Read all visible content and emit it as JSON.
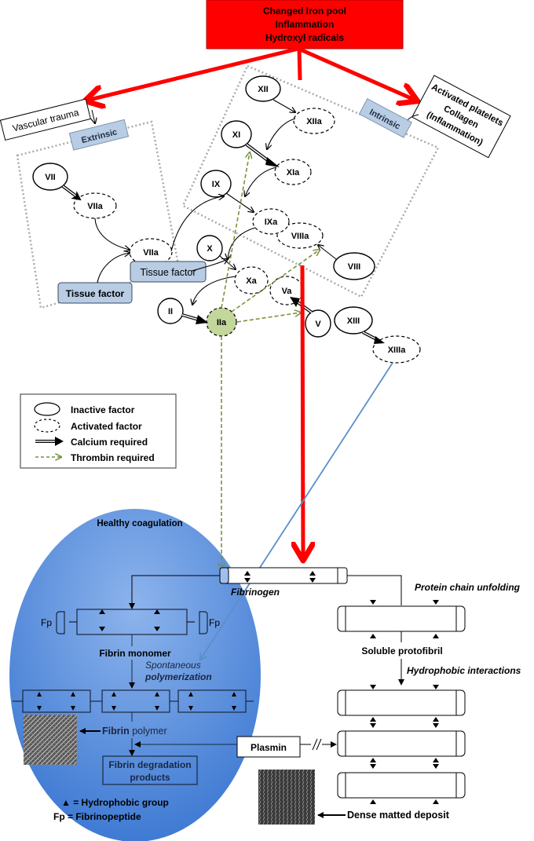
{
  "trigger_box": {
    "lines": [
      "Changed Iron pool",
      "Inflammation",
      "Hydroxyl radicals"
    ],
    "color": "#ff0000"
  },
  "pathways": {
    "extrinsic": {
      "label": "Extrinsic",
      "trigger": "Vascular trauma"
    },
    "intrinsic": {
      "label": "Intrinsic",
      "trigger_lines": [
        "Activated platelets",
        "Collagen",
        "(Inflammation)"
      ]
    }
  },
  "factors": {
    "VII": "VII",
    "VIIa_1": "VIIa",
    "VIIa_2": "VIIa",
    "tissue_factor_1": "Tissue factor",
    "tissue_factor_2": "Tissue factor",
    "XII": "XII",
    "XIIa": "XIIa",
    "XI": "XI",
    "XIa": "XIa",
    "IX": "IX",
    "IXa": "IXa",
    "VIIIa": "VIIIa",
    "VIII": "VIII",
    "X": "X",
    "Xa": "Xa",
    "Va": "Va",
    "V": "V",
    "II": "II",
    "IIa": "IIa",
    "XIII": "XIII",
    "XIIIa": "XIIIa"
  },
  "legend": {
    "items": [
      {
        "icon": "solid-ellipse",
        "label": "Inactive factor"
      },
      {
        "icon": "dashed-ellipse",
        "label": "Activated factor"
      },
      {
        "icon": "double-arrow",
        "label": "Calcium required"
      },
      {
        "icon": "green-dashed-arrow",
        "label": "Thrombin required"
      }
    ]
  },
  "fibrin": {
    "healthy_title": "Healthy coagulation",
    "fibrinogen": "Fibrinogen",
    "fp": "Fp",
    "fibrin_monomer": "Fibrin monomer",
    "spontaneous": "Spontaneous",
    "polymerization": "polymerization",
    "fibrin_bold": "Fibrin",
    "polymer": " polymer",
    "plasmin": "Plasmin",
    "degradation_1": "Fibrin degradation",
    "degradation_2": "products",
    "protein_unfolding": "Protein chain unfolding",
    "soluble_protofibril": "Soluble protofibril",
    "hydrophobic_interactions": "Hydrophobic interactions",
    "dense_deposit": "Dense matted deposit",
    "key_hydrophobic": "▲ = Hydrophobic group",
    "key_fp": "Fp = Fibrinopeptide"
  },
  "colors": {
    "red": "#ff0000",
    "blue_ellipse": "#4a86d8",
    "pathway_label": "#b8cce4",
    "thrombin_green": "#77933c",
    "iia_fill": "#c3d69b",
    "xiiia_line": "#5b8fc9"
  }
}
